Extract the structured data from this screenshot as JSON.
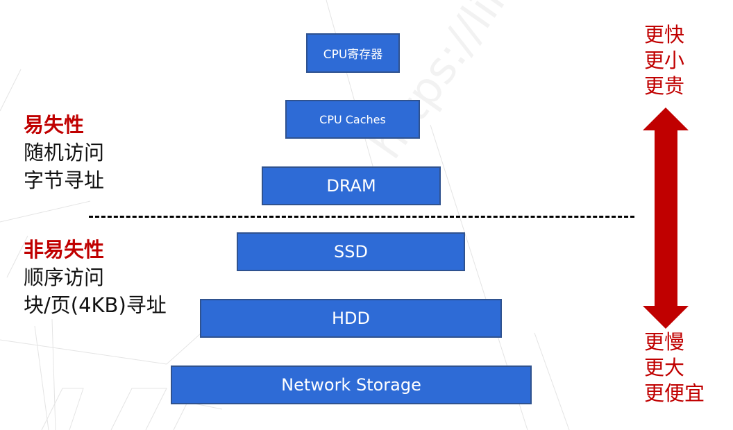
{
  "watermark": "https://lihuixidian.github.io/",
  "tiers": [
    {
      "label": "CPU寄存器"
    },
    {
      "label": "CPU Caches"
    },
    {
      "label": "DRAM"
    },
    {
      "label": "SSD"
    },
    {
      "label": "HDD"
    },
    {
      "label": "Network Storage"
    }
  ],
  "volatile": {
    "title": "易失性",
    "lines": [
      "随机访问",
      "字节寻址"
    ]
  },
  "nonvolatile": {
    "title": "非易失性",
    "lines": [
      "顺序访问",
      "块/页(4KB)寻址"
    ]
  },
  "scale": {
    "top": [
      "更快",
      "更小",
      "更贵"
    ],
    "bottom": [
      "更慢",
      "更大",
      "更便宜"
    ],
    "arrow_icon": "double-vertical-arrow"
  },
  "colors": {
    "tier_fill": "#2e6bd6",
    "tier_border": "#2f528f",
    "accent_red": "#c00000",
    "divider": "#000000"
  }
}
